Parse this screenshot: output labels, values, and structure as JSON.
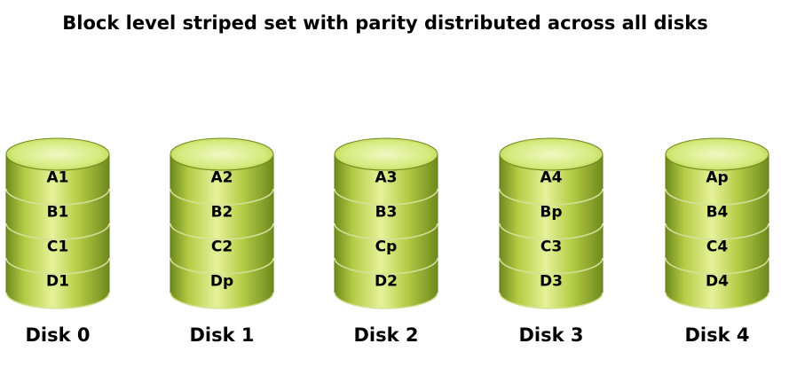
{
  "title": "Block level striped set with parity distributed across all disks",
  "colors": {
    "disk_light": "#e6f29a",
    "disk_mid": "#b5cc45",
    "disk_dark": "#6f8a1d",
    "top_face": "#d4ea7c"
  },
  "disks": [
    {
      "label": "Disk 0",
      "blocks": [
        "A1",
        "B1",
        "C1",
        "D1"
      ]
    },
    {
      "label": "Disk 1",
      "blocks": [
        "A2",
        "B2",
        "C2",
        "Dp"
      ]
    },
    {
      "label": "Disk 2",
      "blocks": [
        "A3",
        "B3",
        "Cp",
        "D2"
      ]
    },
    {
      "label": "Disk 3",
      "blocks": [
        "A4",
        "Bp",
        "C3",
        "D3"
      ]
    },
    {
      "label": "Disk 4",
      "blocks": [
        "Ap",
        "B4",
        "C4",
        "D4"
      ]
    }
  ]
}
